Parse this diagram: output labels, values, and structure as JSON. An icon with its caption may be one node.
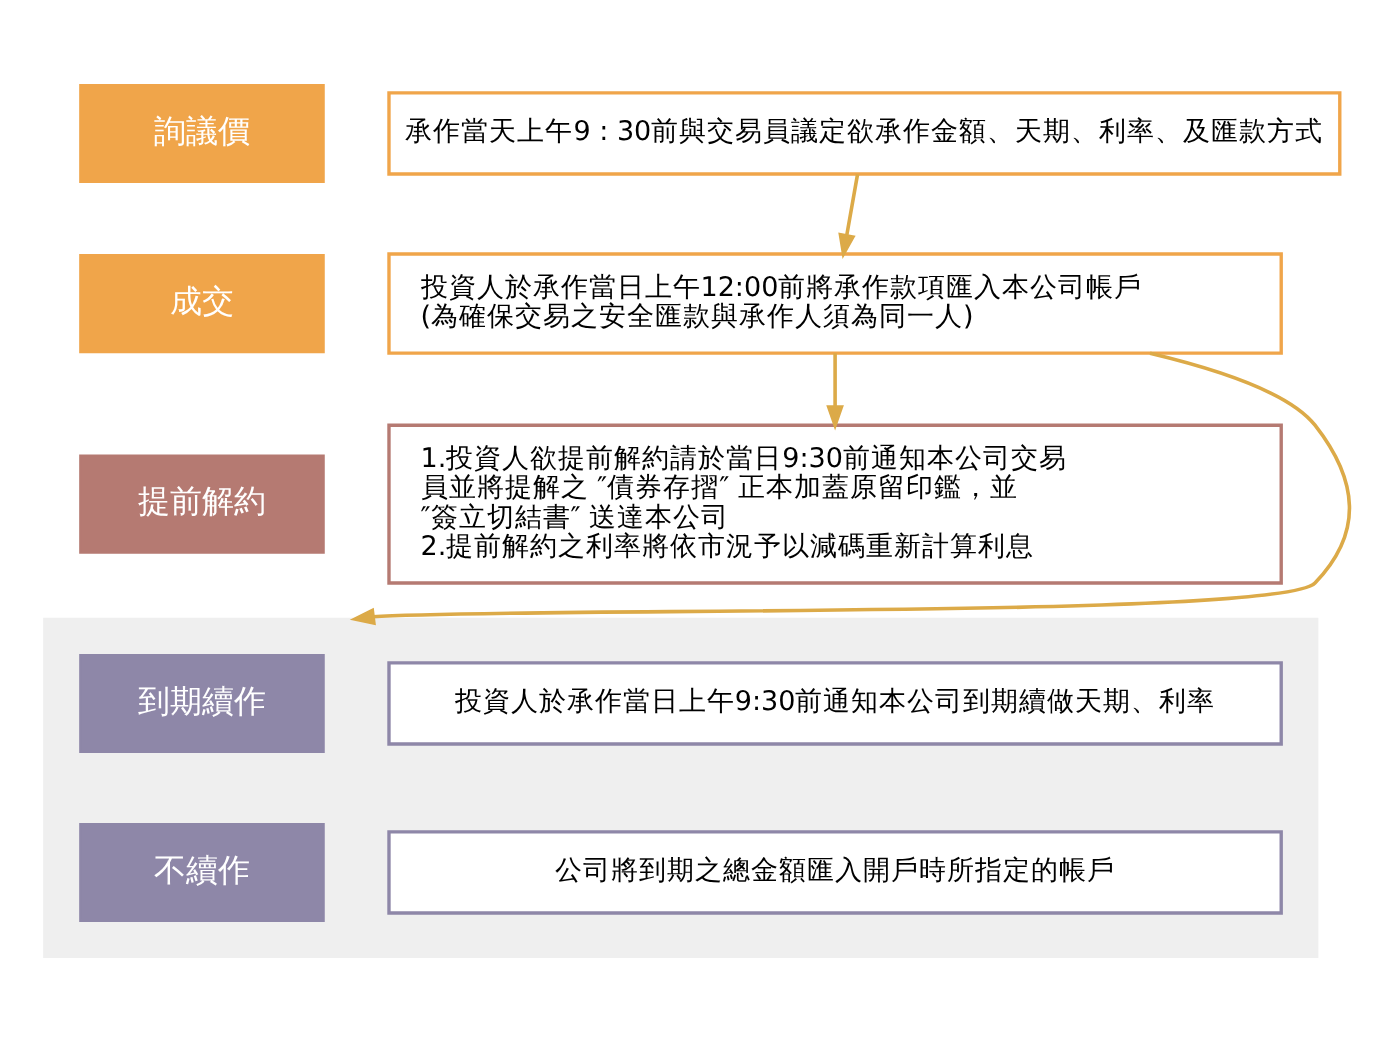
{
  "diagram": {
    "nodes": [
      {
        "text": [
          "詢議價"
        ]
      },
      {
        "text": [
          "承作當天上午9 : 30前與交易員議定欲承作金額、天期、利率、及匯款方式"
        ]
      },
      {
        "text": [
          "成交"
        ]
      },
      {
        "text": [
          "投資人於承作當日上午12:00前將承作款項匯入本公司帳戶",
          "(為確保交易之安全匯款與承作人須為同一人)"
        ]
      },
      {
        "text": [
          "提前解約"
        ]
      },
      {
        "text": [
          "1.投資人欲提前解約請於當日9:30前通知本公司交易員並將提解之 ″債券存摺″ 正本加蓋原留印鑑，並 ″簽立切結書″ 送達本公司",
          "2.提前解約之利率將依市況予以減碼重新計算利息"
        ]
      },
      {
        "text": [],
        "shape": "band"
      },
      {
        "text": [
          "到期續作"
        ],
        "in": 6
      },
      {
        "text": [
          "投資人於承作當日上午9:30前通知本公司到期續做天期、利率"
        ],
        "in": 6
      },
      {
        "text": [
          "不續作"
        ],
        "in": 6
      },
      {
        "text": [
          "公司將到期之總金額匯入開戶時所指定的帳戶"
        ],
        "in": 6
      }
    ],
    "edges": [
      {
        "from": 1,
        "to": 3,
        "arrow": "to"
      },
      {
        "from": 3,
        "to": 5,
        "arrow": "to"
      },
      {
        "from": 3,
        "to": 6,
        "arrow": "to"
      }
    ]
  }
}
